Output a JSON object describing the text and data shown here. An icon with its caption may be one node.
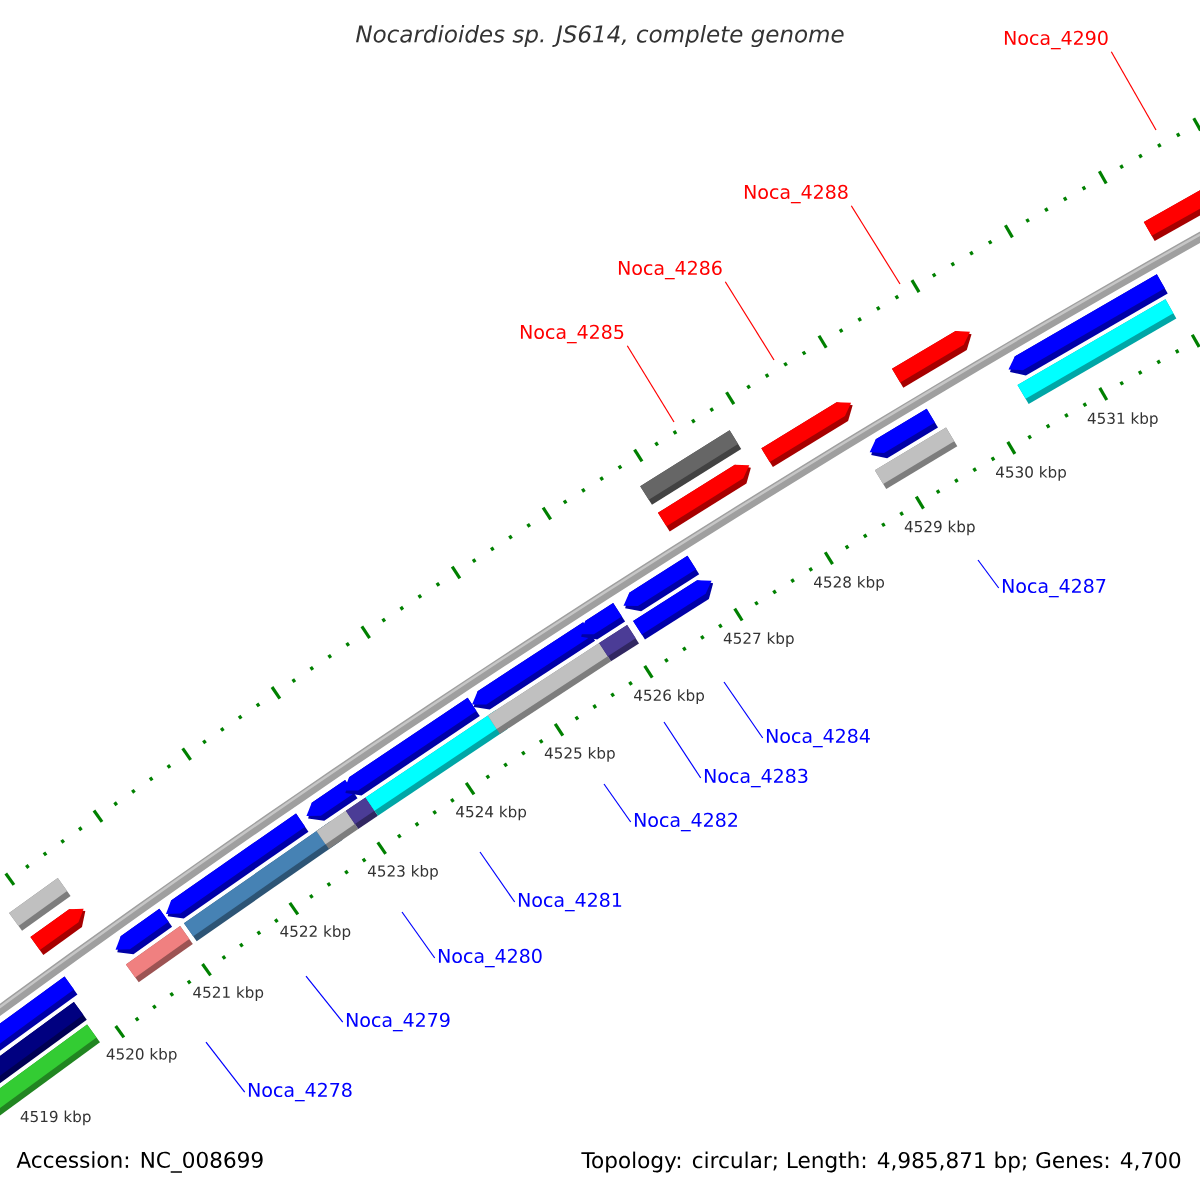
{
  "diagram": {
    "title": "Nocardioides sp. JS614, complete genome",
    "nodes": [
      {
        "text": [
          "Noca_4278"
        ]
      },
      {
        "text": [
          "Noca_4279"
        ]
      },
      {
        "text": [
          "Noca_4280"
        ]
      },
      {
        "text": [
          "Noca_4281"
        ]
      },
      {
        "text": [
          "Noca_4282"
        ]
      },
      {
        "text": [
          "Noca_4283"
        ]
      },
      {
        "text": [
          "Noca_4284"
        ]
      },
      {
        "text": [
          "Noca_4285"
        ]
      },
      {
        "text": [
          "Noca_4286"
        ]
      },
      {
        "text": [
          "Noca_4287"
        ]
      },
      {
        "text": [
          "Noca_4288"
        ]
      },
      {
        "text": [
          "Noca_4290"
        ]
      }
    ],
    "edges": [
      {
        "from": 0,
        "to": null,
        "arrow": "none"
      },
      {
        "from": 1,
        "to": null,
        "arrow": "none"
      },
      {
        "from": 2,
        "to": null,
        "arrow": "none"
      },
      {
        "from": 3,
        "to": null,
        "arrow": "none"
      },
      {
        "from": 4,
        "to": null,
        "arrow": "none"
      },
      {
        "from": 5,
        "to": null,
        "arrow": "none"
      },
      {
        "from": 6,
        "to": null,
        "arrow": "none"
      },
      {
        "from": 7,
        "to": null,
        "arrow": "none",
        "color": "#ff0000"
      },
      {
        "from": 8,
        "to": null,
        "arrow": "none",
        "color": "#ff0000"
      },
      {
        "from": 9,
        "to": null,
        "arrow": "none"
      },
      {
        "from": 10,
        "to": null,
        "arrow": "none",
        "color": "#ff0000"
      },
      {
        "from": 11,
        "to": null,
        "arrow": "none",
        "color": "#ff0000"
      }
    ],
    "labels": [
      "4519 kbp",
      "4520 kbp",
      "4521 kbp",
      "4522 kbp",
      "4523 kbp",
      "4524 kbp",
      "4525 kbp",
      "4526 kbp",
      "4527 kbp",
      "4528 kbp",
      "4529 kbp",
      "4530 kbp",
      "4531 kbp",
      "Accession: NC_008699",
      "Topology: circular; Length: 4,985,871 bp; Genes: 4,700"
    ]
  }
}
